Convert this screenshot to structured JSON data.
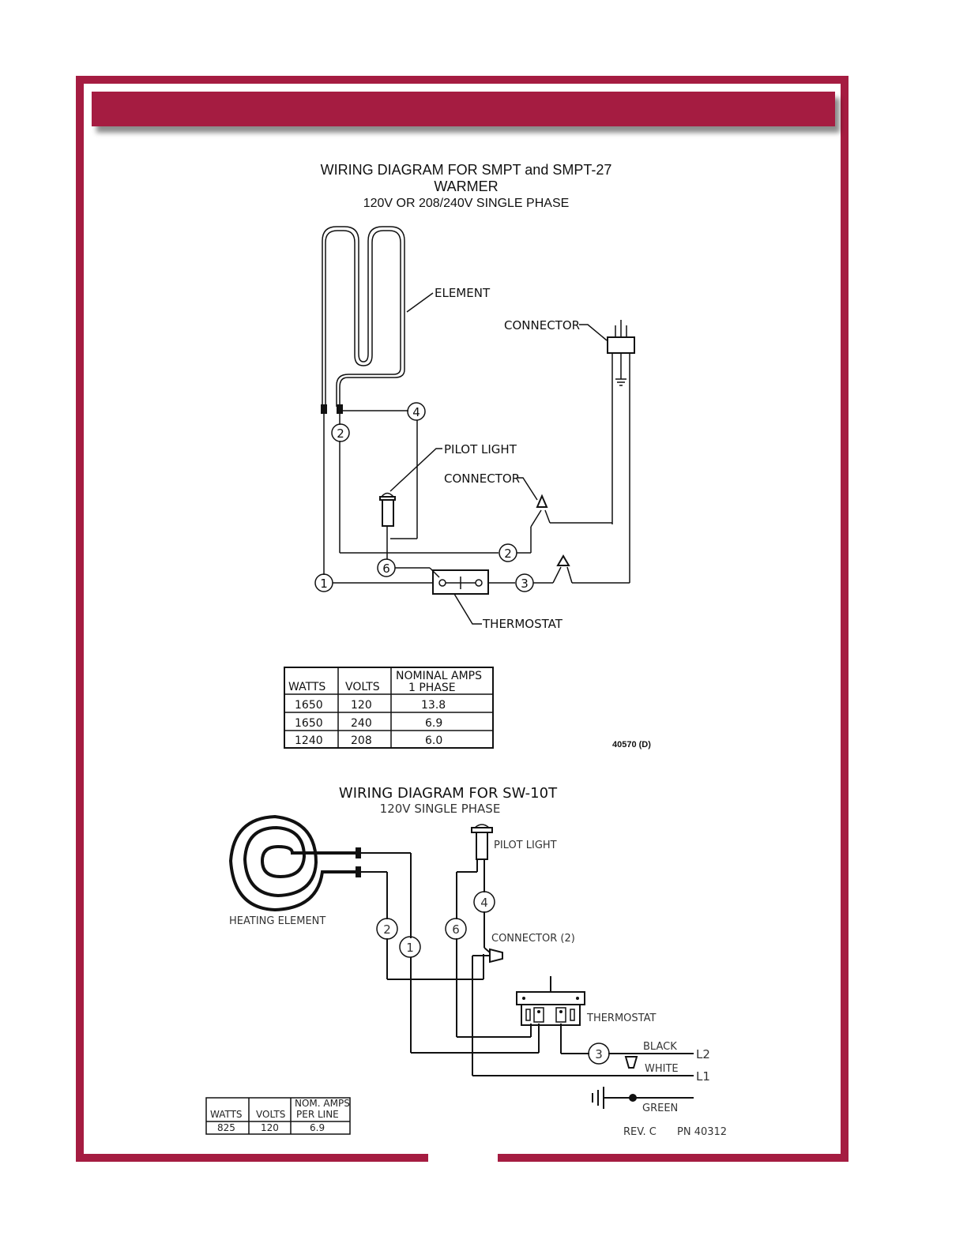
{
  "colors": {
    "frame": "#a51c41",
    "ink": "#111111"
  },
  "diagram1": {
    "title": "WIRING DIAGRAM FOR SMPT and SMPT-27",
    "title2": "WARMER",
    "subtitle": "120V OR 208/240V SINGLE PHASE",
    "labels": {
      "element": "ELEMENT",
      "connector_top": "CONNECTOR",
      "pilot_light": "PILOT LIGHT",
      "connector_mid": "CONNECTOR",
      "thermostat": "THERMOSTAT"
    },
    "wire_numbers": [
      "4",
      "2",
      "2",
      "6",
      "1",
      "3"
    ],
    "table": {
      "headers": [
        "WATTS",
        "VOLTS",
        "NOMINAL AMPS",
        "1 PHASE"
      ],
      "rows": [
        [
          "1650",
          "120",
          "13.8"
        ],
        [
          "1650",
          "240",
          "6.9"
        ],
        [
          "1240",
          "208",
          "6.0"
        ]
      ]
    },
    "part_number": "40570 (D)"
  },
  "diagram2": {
    "title": "WIRING DIAGRAM FOR SW-10T",
    "subtitle": "120V SINGLE PHASE",
    "labels": {
      "heating_element": "HEATING ELEMENT",
      "pilot_light": "PILOT LIGHT",
      "connector": "CONNECTOR (2)",
      "thermostat": "THERMOSTAT",
      "black": "BLACK",
      "white": "WHITE",
      "l2": "L2",
      "l1": "L1",
      "green": "GREEN"
    },
    "wire_numbers": [
      "4",
      "6",
      "2",
      "1",
      "3"
    ],
    "table": {
      "headers": [
        "WATTS",
        "VOLTS",
        "NOM. AMPS",
        "PER LINE"
      ],
      "row": [
        "825",
        "120",
        "6.9"
      ]
    },
    "rev": "REV. C",
    "part_number": "PN 40312"
  }
}
